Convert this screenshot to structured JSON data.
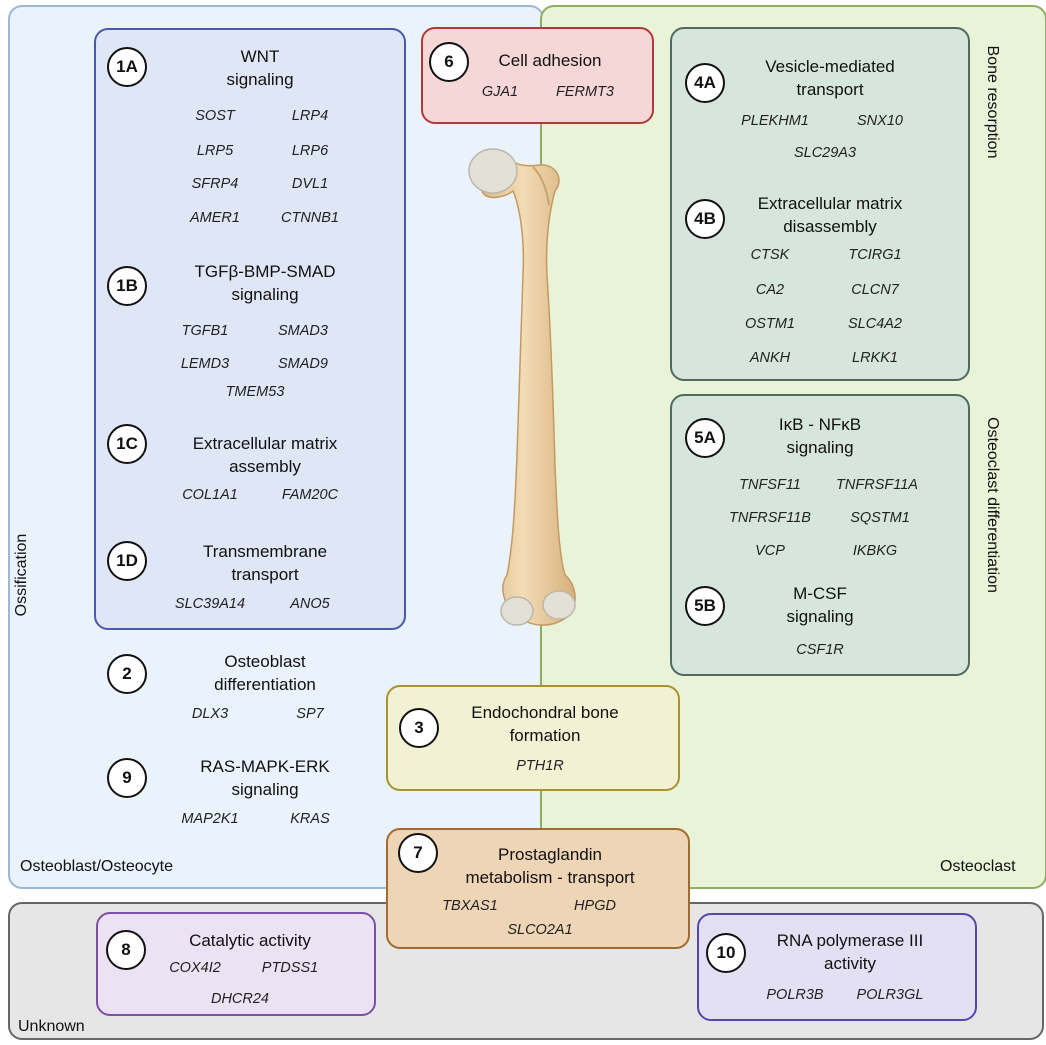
{
  "regions": {
    "osteoblast": "Osteoblast/Osteocyte",
    "osteoclast": "Osteoclast",
    "unknown": "Unknown",
    "ossification": "Ossification",
    "bone_resorption": "Bone resorption",
    "osteoclast_differentiation": "Osteoclast differentiation"
  },
  "colors": {
    "osteoblast_bg": "#eaf2fb",
    "osteoblast_border": "#9bb8d8",
    "osteoclast_bg": "#e8f3d8",
    "osteoclast_border": "#8fae62",
    "unknown_bg": "#e6e6e6",
    "unknown_border": "#666666",
    "blue_group": "#dfe6f6",
    "blue_border": "#4b5aa8",
    "teal_group": "#d6e6dd",
    "teal_border": "#4f6b5f",
    "red_group": "#f5d7d7",
    "red_border": "#b03a3a",
    "yellow_group": "#f2f1d3",
    "yellow_border": "#a8932f",
    "orange_group": "#eed5b6",
    "orange_border": "#a06a30",
    "purple_group": "#ece2f3",
    "purple_border": "#7d4fa8",
    "lavender_group": "#e4e0f4",
    "lavender_border": "#5a46a8"
  },
  "groups": {
    "g1A": {
      "badge": "1A",
      "title": "WNT\nsignaling",
      "genes": [
        "SOST",
        "LRP4",
        "LRP5",
        "LRP6",
        "SFRP4",
        "DVL1",
        "AMER1",
        "CTNNB1"
      ]
    },
    "g1B": {
      "badge": "1B",
      "title": "TGFβ-BMP-SMAD\nsignaling",
      "genes": [
        "TGFB1",
        "SMAD3",
        "LEMD3",
        "SMAD9",
        "TMEM53"
      ]
    },
    "g1C": {
      "badge": "1C",
      "title": "Extracellular matrix\nassembly",
      "genes": [
        "COL1A1",
        "FAM20C"
      ]
    },
    "g1D": {
      "badge": "1D",
      "title": "Transmembrane\ntransport",
      "genes": [
        "SLC39A14",
        "ANO5"
      ]
    },
    "g2": {
      "badge": "2",
      "title": "Osteoblast\ndifferentiation",
      "genes": [
        "DLX3",
        "SP7"
      ]
    },
    "g9": {
      "badge": "9",
      "title": "RAS-MAPK-ERK\nsignaling",
      "genes": [
        "MAP2K1",
        "KRAS"
      ]
    },
    "g6": {
      "badge": "6",
      "title": "Cell adhesion",
      "genes": [
        "GJA1",
        "FERMT3"
      ]
    },
    "g3": {
      "badge": "3",
      "title": "Endochondral bone\nformation",
      "genes": [
        "PTH1R"
      ]
    },
    "g7": {
      "badge": "7",
      "title": "Prostaglandin\nmetabolism - transport",
      "genes": [
        "TBXAS1",
        "HPGD",
        "SLCO2A1"
      ]
    },
    "g4A": {
      "badge": "4A",
      "title": "Vesicle-mediated\ntransport",
      "genes": [
        "PLEKHM1",
        "SNX10",
        "SLC29A3"
      ]
    },
    "g4B": {
      "badge": "4B",
      "title": "Extracellular matrix\ndisassembly",
      "genes": [
        "CTSK",
        "TCIRG1",
        "CA2",
        "CLCN7",
        "OSTM1",
        "SLC4A2",
        "ANKH",
        "LRKK1"
      ]
    },
    "g5A": {
      "badge": "5A",
      "title": "IκB - NFκB\nsignaling",
      "genes": [
        "TNFSF11",
        "TNFRSF11A",
        "TNFRSF11B",
        "SQSTM1",
        "VCP",
        "IKBKG"
      ]
    },
    "g5B": {
      "badge": "5B",
      "title": "M-CSF\nsignaling",
      "genes": [
        "CSF1R"
      ]
    },
    "g8": {
      "badge": "8",
      "title": "Catalytic activity",
      "genes": [
        "COX4I2",
        "PTDSS1",
        "DHCR24"
      ]
    },
    "g10": {
      "badge": "10",
      "title": "RNA polymerase III\nactivity",
      "genes": [
        "POLR3B",
        "POLR3GL"
      ]
    }
  }
}
